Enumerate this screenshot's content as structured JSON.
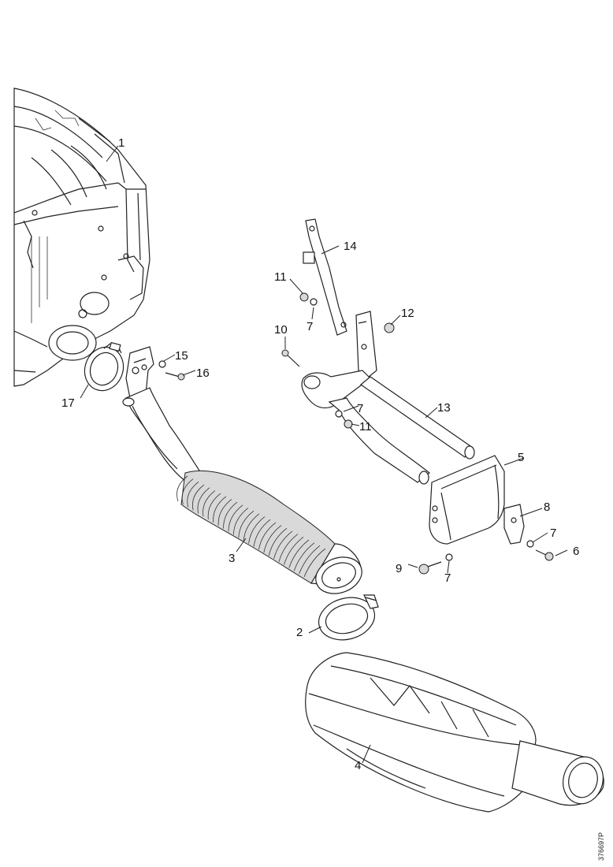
{
  "diagram": {
    "code": "376697P",
    "callouts": {
      "c1": "1",
      "c2": "2",
      "c3": "3",
      "c4": "4",
      "c5": "5",
      "c6": "6",
      "c7a": "7",
      "c7b": "7",
      "c7c": "7",
      "c7d": "7",
      "c8": "8",
      "c9": "9",
      "c10": "10",
      "c11a": "11",
      "c11b": "11",
      "c12": "12",
      "c13": "13",
      "c14": "14",
      "c15": "15",
      "c16": "16",
      "c17": "17"
    }
  }
}
